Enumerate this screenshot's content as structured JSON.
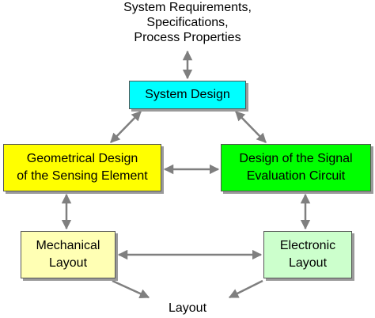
{
  "input_label": "System Requirements,\nSpecifications,\nProcess Properties",
  "output_label": "Layout",
  "nodes": {
    "system_design": {
      "label": "System Design",
      "color": "#00ffff"
    },
    "geometrical_design": {
      "label": "Geometrical Design\nof the Sensing Element",
      "color": "#ffff00"
    },
    "signal_circuit": {
      "label": "Design of the Signal\nEvaluation Circuit",
      "color": "#00ff00"
    },
    "mechanical_layout": {
      "label": "Mechanical\nLayout",
      "color": "#ffffb4"
    },
    "electronic_layout": {
      "label": "Electronic\nLayout",
      "color": "#ccffcc"
    }
  },
  "arrow_color": "#7f7f7f"
}
